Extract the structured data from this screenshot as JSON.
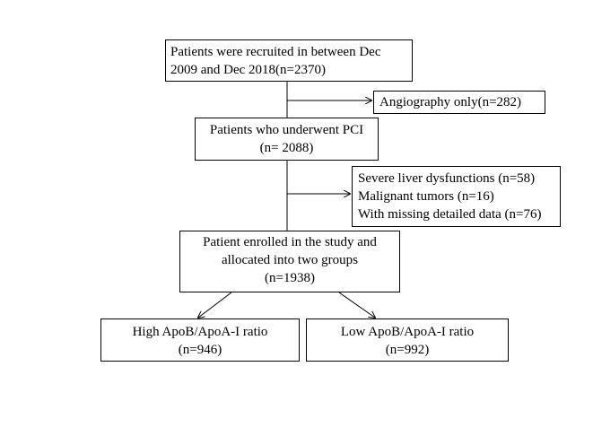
{
  "flowchart": {
    "recruited": {
      "line1": "Patients were recruited in between Dec",
      "line2": "2009 and Dec 2018(n=2370)"
    },
    "angiography": {
      "line1": "Angiography only(n=282)"
    },
    "pci": {
      "line1": "Patients who underwent PCI",
      "line2": "(n= 2088)"
    },
    "exclusions": {
      "line1": "Severe liver dysfunctions (n=58)",
      "line2": "Malignant tumors (n=16)",
      "line3": "With missing detailed data (n=76)"
    },
    "enrolled": {
      "line1": "Patient enrolled in the study and",
      "line2": "allocated into two groups",
      "line3": "(n=1938)"
    },
    "high_group": {
      "line1": "High ApoB/ApoA-I ratio",
      "line2": "(n=946)"
    },
    "low_group": {
      "line1": "Low ApoB/ApoA-I ratio",
      "line2": "(n=992)"
    }
  },
  "colors": {
    "stroke": "#000000",
    "background": "#ffffff"
  }
}
